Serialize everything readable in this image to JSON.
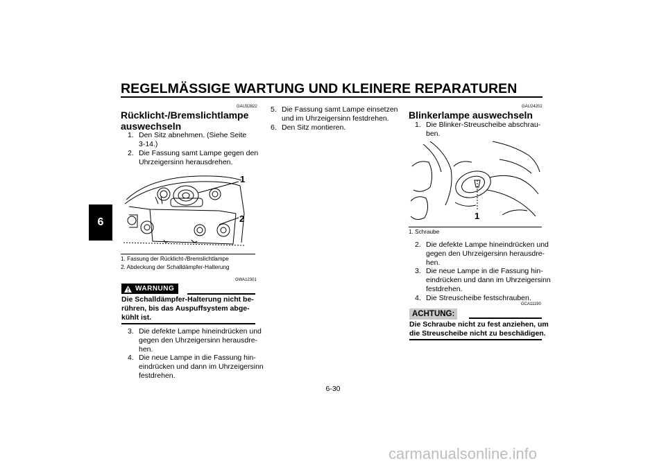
{
  "header": {
    "title": "REGELMÄSSIGE WARTUNG UND KLEINERE REPARATUREN",
    "chapter": "6"
  },
  "left": {
    "code": "GAU32822",
    "title_line1": "Rücklicht-/Bremslichtlampe",
    "title_line2": "auswechseln",
    "steps": [
      {
        "n": "1.",
        "lines": [
          "Den Sitz abnehmen. (Siehe Seite",
          "3-14.)"
        ]
      },
      {
        "n": "2.",
        "lines": [
          "Die Fassung samt Lampe gegen den",
          "Uhrzeigersinn herausdrehen."
        ]
      }
    ],
    "figure_labels": [
      "1",
      "2"
    ],
    "captions": [
      "1.  Fassung der Rücklicht-/Bremslichtlampe",
      "2.  Abdeckung der Schalldämpfer-Halterung"
    ],
    "warning_code": "GWA12301",
    "warning_label": "WARNUNG",
    "warning_lines": [
      "Die Schalldämpfer-Halterung nicht be-",
      "rühren, bis das Auspuffsystem abge-",
      "kühlt ist."
    ],
    "steps2": [
      {
        "n": "3.",
        "lines": [
          "Die defekte Lampe hineindrücken und",
          "gegen den Uhrzeigersinn herausdre-",
          "hen."
        ]
      },
      {
        "n": "4.",
        "lines": [
          "Die neue Lampe in die Fassung hin-",
          "eindrücken und dann im Uhrzeigersinn",
          "festdrehen."
        ]
      }
    ]
  },
  "middle": {
    "steps": [
      {
        "n": "5.",
        "lines": [
          "Die Fassung samt Lampe einsetzen",
          "und im Uhrzeigersinn festdrehen."
        ]
      },
      {
        "n": "6.",
        "lines": [
          "Den Sitz montieren."
        ]
      }
    ]
  },
  "right": {
    "code": "GAU24202",
    "title": "Blinkerlampe auswechseln",
    "steps": [
      {
        "n": "1.",
        "lines": [
          "Die Blinker-Streuscheibe abschrau-",
          "ben."
        ]
      }
    ],
    "figure_label": "1",
    "caption": "1.  Schraube",
    "steps2": [
      {
        "n": "2.",
        "lines": [
          "Die defekte Lampe hineindrücken und",
          "gegen den Uhrzeigersinn herausdre-",
          "hen."
        ]
      },
      {
        "n": "3.",
        "lines": [
          "Die neue Lampe in die Fassung hin-",
          "eindrücken und dann im Uhrzeigersinn",
          "festdrehen."
        ]
      },
      {
        "n": "4.",
        "lines": [
          "Die Streuscheibe festschrauben."
        ]
      }
    ],
    "caution_code": "GCA11190",
    "caution_label": "ACHTUNG:",
    "caution_lines": [
      "Die Schraube nicht zu fest anziehen, um",
      "die Streuscheibe nicht zu beschädigen."
    ]
  },
  "footer": {
    "page": "6-30",
    "watermark": "carmanualsonline.info"
  }
}
